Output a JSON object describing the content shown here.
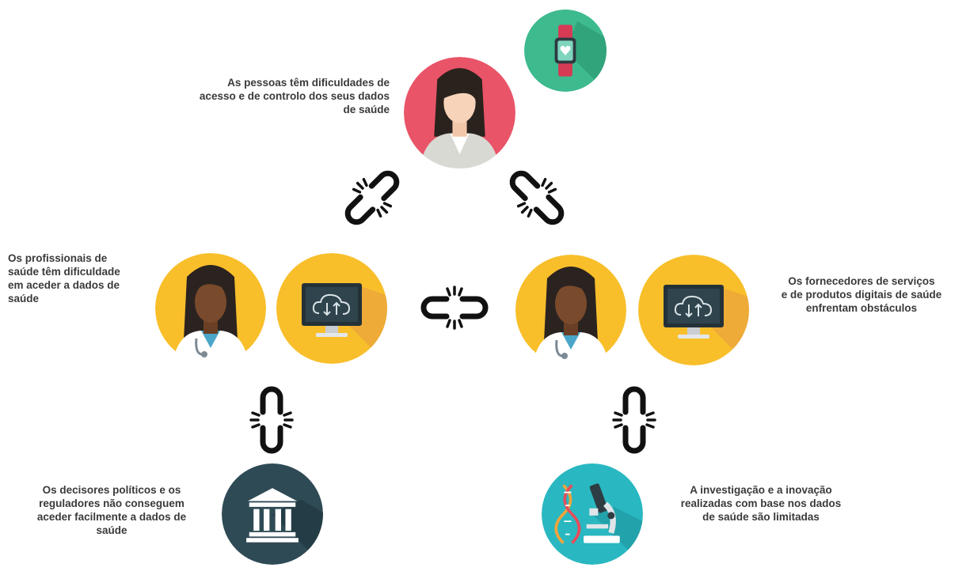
{
  "colors": {
    "red": "#e95468",
    "green": "#3dba8e",
    "yellow": "#f8bf2b",
    "orange": "#e9a33f",
    "dark_teal": "#2e4a55",
    "teal": "#29b8c1",
    "link": "#111111",
    "text": "#3a3a3a"
  },
  "labels": {
    "people": "As pessoas têm dificuldades de\nacesso e de controlo dos seus dados\nde saúde",
    "professionals": "Os profissionais de\nsaúde têm dificuldade\nem aceder a dados de\nsaúde",
    "providers": "Os fornecedores de serviços\ne de produtos digitais de saúde\nenfrentam obstáculos",
    "policy": "Os decisores políticos e os\nreguladores não conseguem\naceder facilmente a dados de\nsaúde",
    "research": "A investigação e a inovação\nrealizadas com base nos dados\nde saúde são limitadas"
  },
  "icons": {
    "smartwatch": "smartwatch-icon",
    "patient": "patient-woman-icon",
    "doctor": "doctor-woman-icon",
    "computer": "cloud-computer-icon",
    "government": "government-building-icon",
    "research": "microscope-dna-icon",
    "link": "broken-chain-link-icon"
  }
}
